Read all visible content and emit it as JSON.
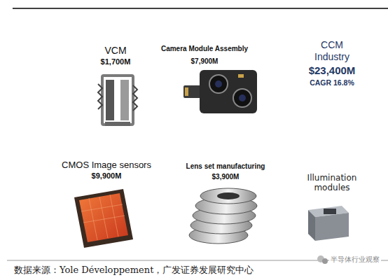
{
  "diagram": {
    "caption": "数据来源：Yole Développement，广发证券发展研究中心",
    "nodes": [
      {
        "text": [
          "CCM Industry",
          "$23,400M",
          "CAGR 16.8%"
        ]
      },
      {
        "text": [
          "VCM",
          "$1,700M"
        ],
        "in": 0
      },
      {
        "text": [
          "Camera Module Assembly",
          "$7,900M"
        ],
        "in": 0
      },
      {
        "text": [
          "CMOS Image sensors",
          "$9,900M"
        ],
        "in": 0
      },
      {
        "text": [
          "Lens set manufacturing",
          "$3,900M"
        ],
        "in": 0
      }
    ],
    "labels": [
      "Illumination modules",
      "半导体行业观察"
    ]
  }
}
